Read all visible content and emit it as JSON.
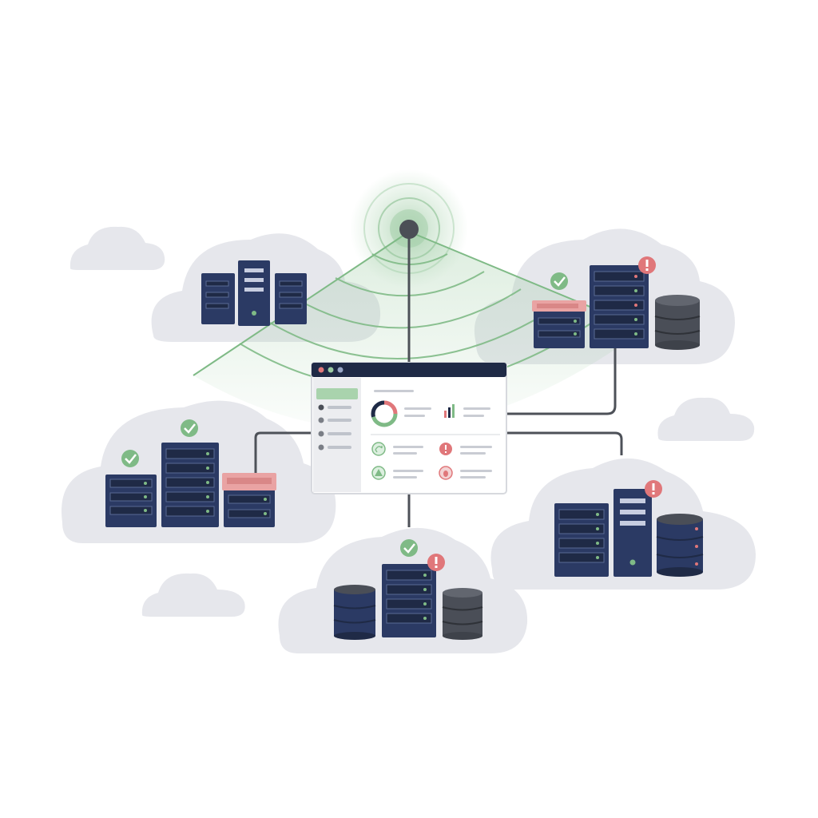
{
  "colors": {
    "background": "#ffffff",
    "cloud": "#e6e7ec",
    "server_navy": "#2b3a64",
    "server_dark": "#1f2a46",
    "disk_gray": "#4a4e57",
    "accent_green": "#7fba86",
    "signal_green": "#9dcca3",
    "alert_red": "#e0777a",
    "alert_header": "#e9a3a3",
    "link_gray": "#4d5158",
    "hub_node": "#4b4f56",
    "window_bar": "#1f2a46",
    "panel_gray": "#ecedf0",
    "sidebar_active": "#a9d3ad"
  },
  "dashboard": {
    "title_dots": [
      "#e0777a",
      "#9dcca3",
      "#9aa7c7"
    ],
    "sidebar_items": 4,
    "widgets": [
      {
        "icon": "donut-chart-icon"
      },
      {
        "icon": "bar-chart-icon"
      },
      {
        "icon": "recycle-icon",
        "status": "ok"
      },
      {
        "icon": "alert-icon",
        "status": "error"
      },
      {
        "icon": "warning-icon",
        "status": "ok"
      },
      {
        "icon": "bug-icon",
        "status": "error"
      }
    ]
  },
  "hub": {
    "icon": "signal-broadcast-icon"
  },
  "clusters": [
    {
      "id": "top-left",
      "status": "none",
      "servers": [
        "rack",
        "tower",
        "rack"
      ]
    },
    {
      "id": "top-right",
      "status": "mixed",
      "servers": [
        "rack-alert-header",
        "rack",
        "database"
      ],
      "badges": [
        "check",
        "alert"
      ]
    },
    {
      "id": "middle-left",
      "status": "mixed",
      "servers": [
        "rack",
        "rack",
        "rack-alert-header"
      ],
      "badges": [
        "check",
        "check"
      ]
    },
    {
      "id": "middle-right",
      "status": "alert",
      "servers": [
        "rack",
        "tower",
        "database"
      ],
      "badges": [
        "alert"
      ]
    },
    {
      "id": "bottom",
      "status": "mixed",
      "servers": [
        "database",
        "rack",
        "database"
      ],
      "badges": [
        "check",
        "alert"
      ]
    }
  ]
}
